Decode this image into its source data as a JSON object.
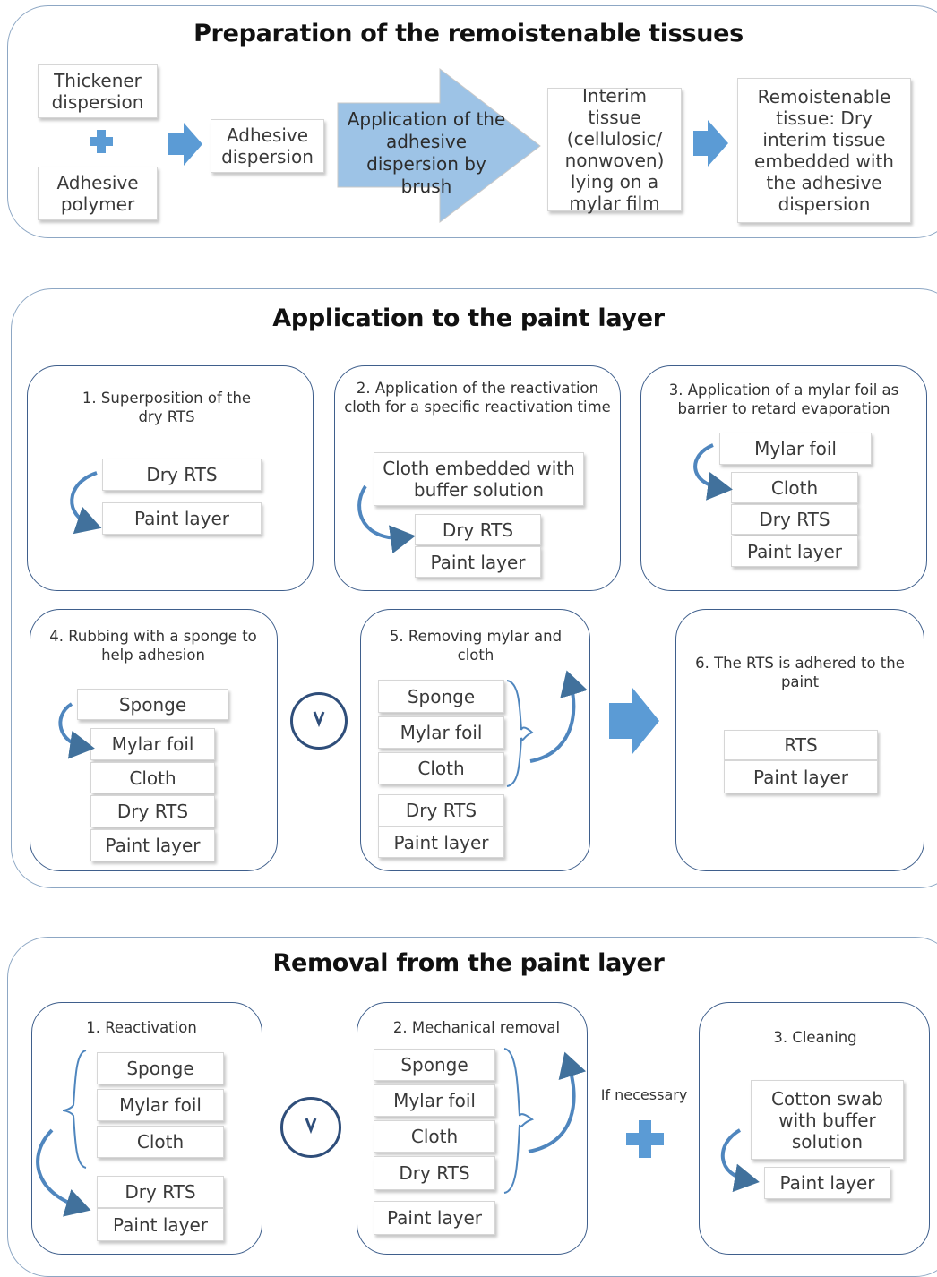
{
  "prep": {
    "title": "Preparation of the remoistenable tissues",
    "thickener": "Thickener dispersion",
    "adhesive_polymer": "Adhesive polymer",
    "adhesive_dispersion": "Adhesive dispersion",
    "application_arrow": "Application of the adhesive dispersion by brush",
    "interim": "Interim tissue (cellulosic/ nonwoven) lying on a mylar film",
    "remoistenable": "Remoistenable tissue: Dry interim tissue embedded with the adhesive dispersion"
  },
  "application": {
    "title": "Application to the paint layer",
    "step1": {
      "caption": "1. Superposition of the dry RTS",
      "layers": [
        "Dry RTS",
        "Paint layer"
      ]
    },
    "step2": {
      "caption": "2. Application of the reactivation cloth for a specific reactivation time",
      "cloth": "Cloth embedded with buffer solution",
      "layers": [
        "Dry RTS",
        "Paint layer"
      ]
    },
    "step3": {
      "caption": "3. Application of a mylar foil as barrier to retard evaporation",
      "layers": [
        "Mylar foil",
        "Cloth",
        "Dry RTS",
        "Paint layer"
      ]
    },
    "step4": {
      "caption": "4. Rubbing with a sponge to help adhesion",
      "layers": [
        "Sponge",
        "Mylar foil",
        "Cloth",
        "Dry RTS",
        "Paint layer"
      ]
    },
    "step5": {
      "caption": "5. Removing mylar and cloth",
      "layers": [
        "Sponge",
        "Mylar foil",
        "Cloth",
        "Dry RTS",
        "Paint layer"
      ]
    },
    "step6": {
      "caption": "6. The RTS is adhered to the paint",
      "layers": [
        "RTS",
        "Paint layer"
      ]
    }
  },
  "removal": {
    "title": "Removal from the paint layer",
    "step1": {
      "caption": "1. Reactivation",
      "layers": [
        "Sponge",
        "Mylar foil",
        "Cloth",
        "Dry RTS",
        "Paint layer"
      ]
    },
    "step2": {
      "caption": "2. Mechanical removal",
      "layers": [
        "Sponge",
        "Mylar foil",
        "Cloth",
        "Dry RTS",
        "Paint layer"
      ]
    },
    "if_necessary": "If necessary",
    "step3": {
      "caption": "3. Cleaning",
      "swab": "Cotton swab with buffer solution",
      "layer": "Paint layer"
    }
  },
  "colors": {
    "arrow": "#5b9bd5",
    "arrow_dark": "#41719c",
    "panel_border": "#8da7c4",
    "sub_border": "#3f5f8c"
  }
}
